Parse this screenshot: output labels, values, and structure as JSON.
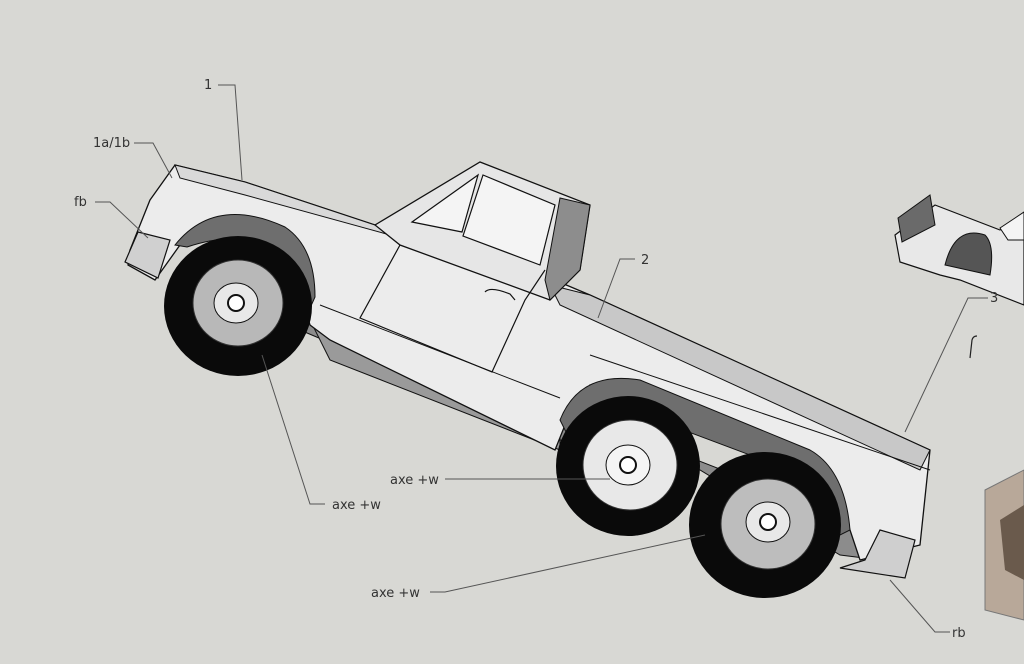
{
  "labels": {
    "l1": "1",
    "l1a1b": "1a/1b",
    "lfb": "fb",
    "l2": "2",
    "l3": "3",
    "laxe_front": "axe +w",
    "laxe_mid": "axe +w",
    "laxe_rear": "axe +w",
    "lrb": "rb"
  },
  "colors": {
    "background": "#d8d8d4",
    "body": "#efefef",
    "shade": "#8a8a8a",
    "dark": "#555555",
    "tire": "#0a0a0a",
    "rim": "#bdbdbd"
  }
}
